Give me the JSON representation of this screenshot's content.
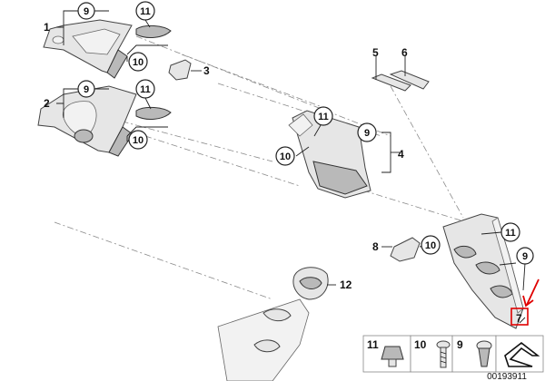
{
  "diagram": {
    "labels": {
      "l1": "1",
      "l2": "2",
      "l3": "3",
      "l4": "4",
      "l5": "5",
      "l6": "6",
      "l7": "7",
      "l8": "8",
      "l12": "12",
      "c9a": "9",
      "c11a": "11",
      "c10a": "10",
      "c9b": "9",
      "c11b": "11",
      "c10b": "10",
      "c11c": "11",
      "c10c": "10",
      "c9c": "9",
      "c11d": "11",
      "c10d": "10",
      "c9d": "9"
    },
    "legend": {
      "n11": "11",
      "n10": "10",
      "n9": "9"
    },
    "doc_id": "00193911",
    "highlight_color": "#e00000"
  }
}
